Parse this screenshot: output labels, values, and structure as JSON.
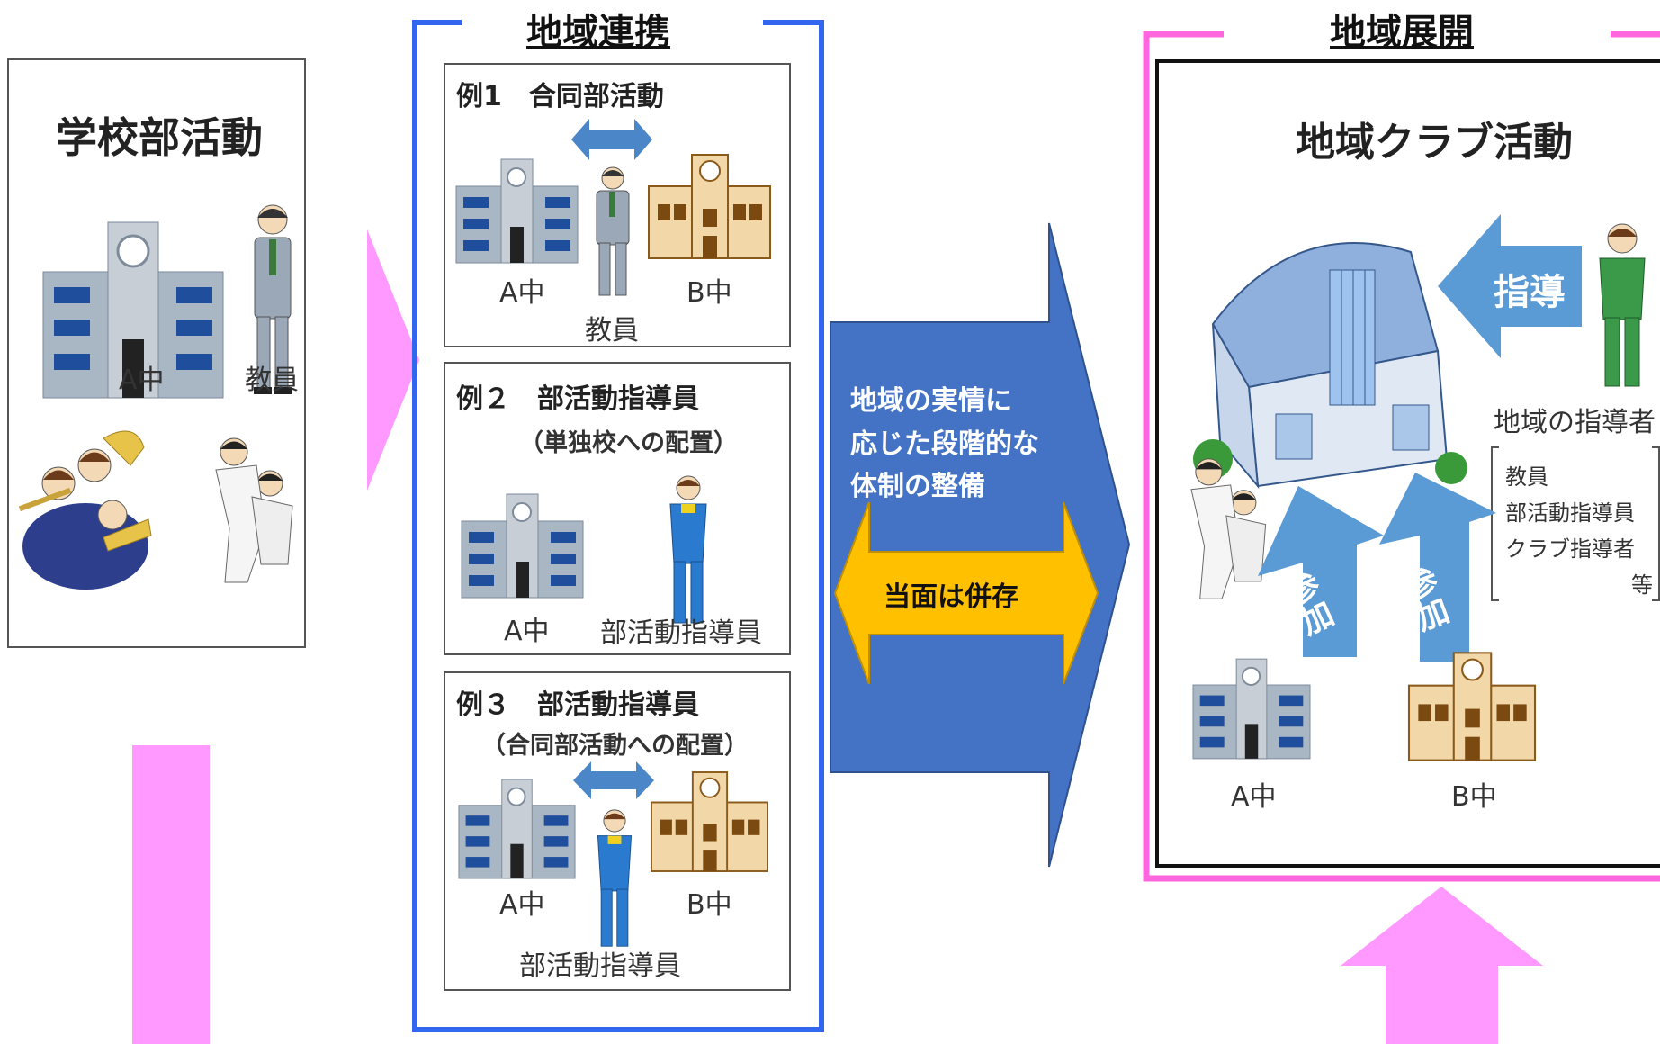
{
  "school_club": {
    "title": "学校部活動",
    "school_label": "A中",
    "teacher_label": "教員"
  },
  "cooperation": {
    "heading": "地域連携",
    "example1": {
      "title": "例1　合同部活動",
      "school_a": "A中",
      "school_b": "B中",
      "person": "教員"
    },
    "example2": {
      "title": "例２　部活動指導員",
      "subtitle": "（単独校への配置）",
      "school_a": "A中",
      "person": "部活動指導員"
    },
    "example3": {
      "title": "例３　部活動指導員",
      "subtitle": "（合同部活動への配置）",
      "school_a": "A中",
      "school_b": "B中",
      "person": "部活動指導員"
    }
  },
  "transition": {
    "lines": [
      "地域の実情に",
      "応じた段階的な",
      "体制の整備"
    ],
    "coexist": "当面は併存",
    "colors": {
      "arrow": "#4472c4",
      "coexist": "#ffc000",
      "pink": "#ff99ff",
      "blue_bracket": "#3366ee",
      "pink_bracket": "#ff66dd"
    }
  },
  "expansion": {
    "heading": "地域展開",
    "title": "地域クラブ活動",
    "guidance": "指導",
    "participation": "参加",
    "leader_label": "地域の指導者",
    "leader_types": [
      "教員",
      "部活動指導員",
      "クラブ指導者",
      "等"
    ],
    "school_a": "A中",
    "school_b": "B中"
  }
}
